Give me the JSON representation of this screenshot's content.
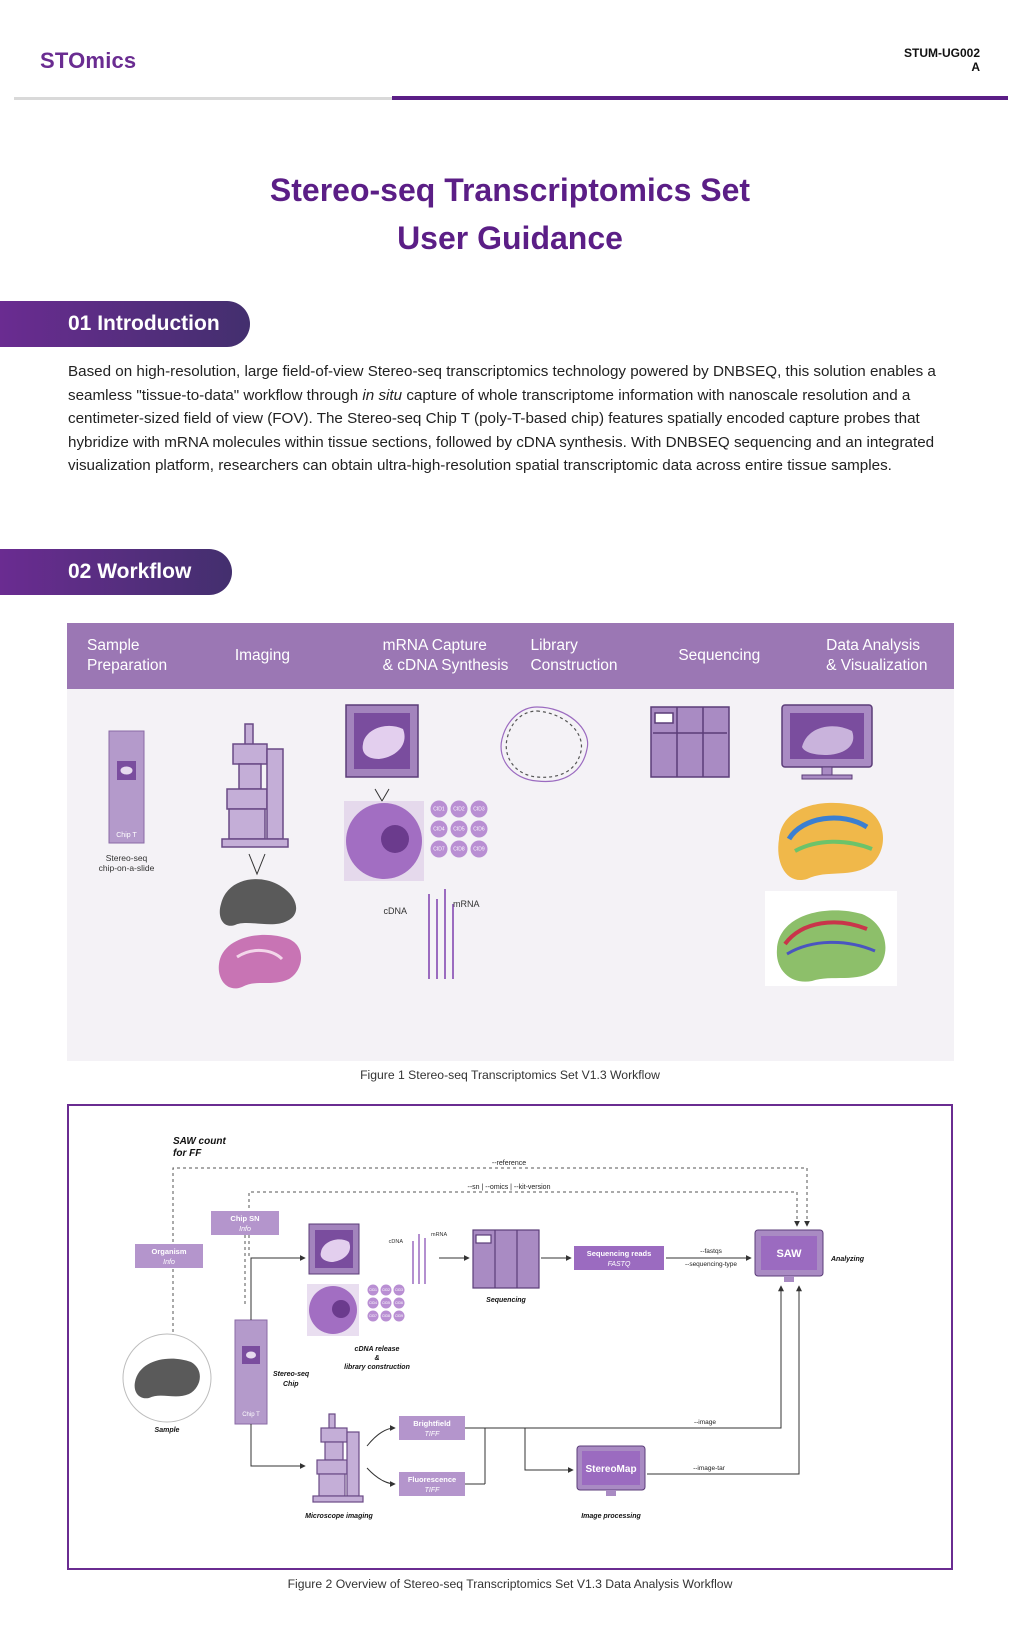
{
  "header": {
    "logo": "STOmics",
    "doc_code": "STUM-UG002",
    "doc_version": "A"
  },
  "title": {
    "line1": "Stereo-seq Transcriptomics Set",
    "line2": "User Guidance"
  },
  "sections": {
    "intro_heading": "01 Introduction",
    "workflow_heading": "02 Workflow"
  },
  "intro": {
    "part1": "Based on high-resolution, large field-of-view Stereo-seq transcriptomics technology powered by DNBSEQ, this solution enables a seamless \"tissue-to-data\" workflow through ",
    "italic": "in situ",
    "part2": " capture of whole transcriptome information with nanoscale resolution and a centimeter-sized field of view (FOV). The Stereo-seq Chip T (poly-T-based chip) features spatially encoded capture probes that hybridize with mRNA molecules within tissue sections, followed by cDNA synthesis. With DNBSEQ sequencing and an integrated visualization platform, researchers can obtain ultra-high-resolution spatial transcriptomic data across entire tissue samples."
  },
  "workflow": {
    "steps": [
      {
        "line1": "Sample",
        "line2": "Preparation"
      },
      {
        "line1": "Imaging",
        "line2": ""
      },
      {
        "line1": "mRNA Capture",
        "line2": "& cDNA Synthesis"
      },
      {
        "line1": "Library",
        "line2": "Construction"
      },
      {
        "line1": "Sequencing",
        "line2": ""
      },
      {
        "line1": "Data Analysis",
        "line2": "& Visualization"
      }
    ],
    "chip_label": "Chip T",
    "chip_caption1": "Stereo-seq",
    "chip_caption2": "chip-on-a-slide",
    "cid_labels": [
      "CID1",
      "CID2",
      "CID3",
      "CID4",
      "CID5",
      "CID6",
      "CID7",
      "CID8",
      "CID9"
    ],
    "cdna_label": "cDNA",
    "mrna_label": "mRNA",
    "caption": "Figure 1 Stereo-seq Transcriptomics Set V1.3 Workflow"
  },
  "analysis": {
    "saw_title1": "SAW count",
    "saw_title2": "for FF",
    "ref_flag": "--reference",
    "sn_flag": "--sn  |  --omics  |  --kit-version",
    "chip_sn1": "Chip SN",
    "chip_sn2": "Info",
    "organism1": "Organism",
    "organism2": "Info",
    "cdna_label": "cDNA",
    "mrna_label": "mRNA",
    "cid_labels": [
      "CID1",
      "CID2",
      "CID3",
      "CID4",
      "CID5",
      "CID6",
      "CID7",
      "CID8",
      "CID9"
    ],
    "sequencing_label": "Sequencing",
    "reads1": "Sequencing reads",
    "reads2": "FASTQ",
    "fastqs_flag": "--fastqs",
    "seqtype_flag": "--sequencing-type",
    "saw_label": "SAW",
    "analyzing_label": "Analyzing",
    "cdna_release1": "cDNA release",
    "cdna_release2": "&",
    "cdna_release3": "library construction",
    "chip1": "Stereo-seq",
    "chip2": "Chip",
    "chip_t": "Chip T",
    "sample_label": "Sample",
    "brightfield1": "Brightfield",
    "brightfield2": "TIFF",
    "fluorescence1": "Fluorescence",
    "fluorescence2": "TIFF",
    "image_flag": "--image",
    "image_tar_flag": "--image-tar",
    "stereomap_label": "StereoMap",
    "microscope_label": "Microscope imaging",
    "image_processing_label": "Image processing",
    "caption": "Figure 2 Overview of Stereo-seq Transcriptomics Set V1.3 Data Analysis Workflow"
  },
  "colors": {
    "brand": "#6a2c91",
    "header_band": "#9b77b4",
    "panel_bg": "#f4f2f6"
  }
}
